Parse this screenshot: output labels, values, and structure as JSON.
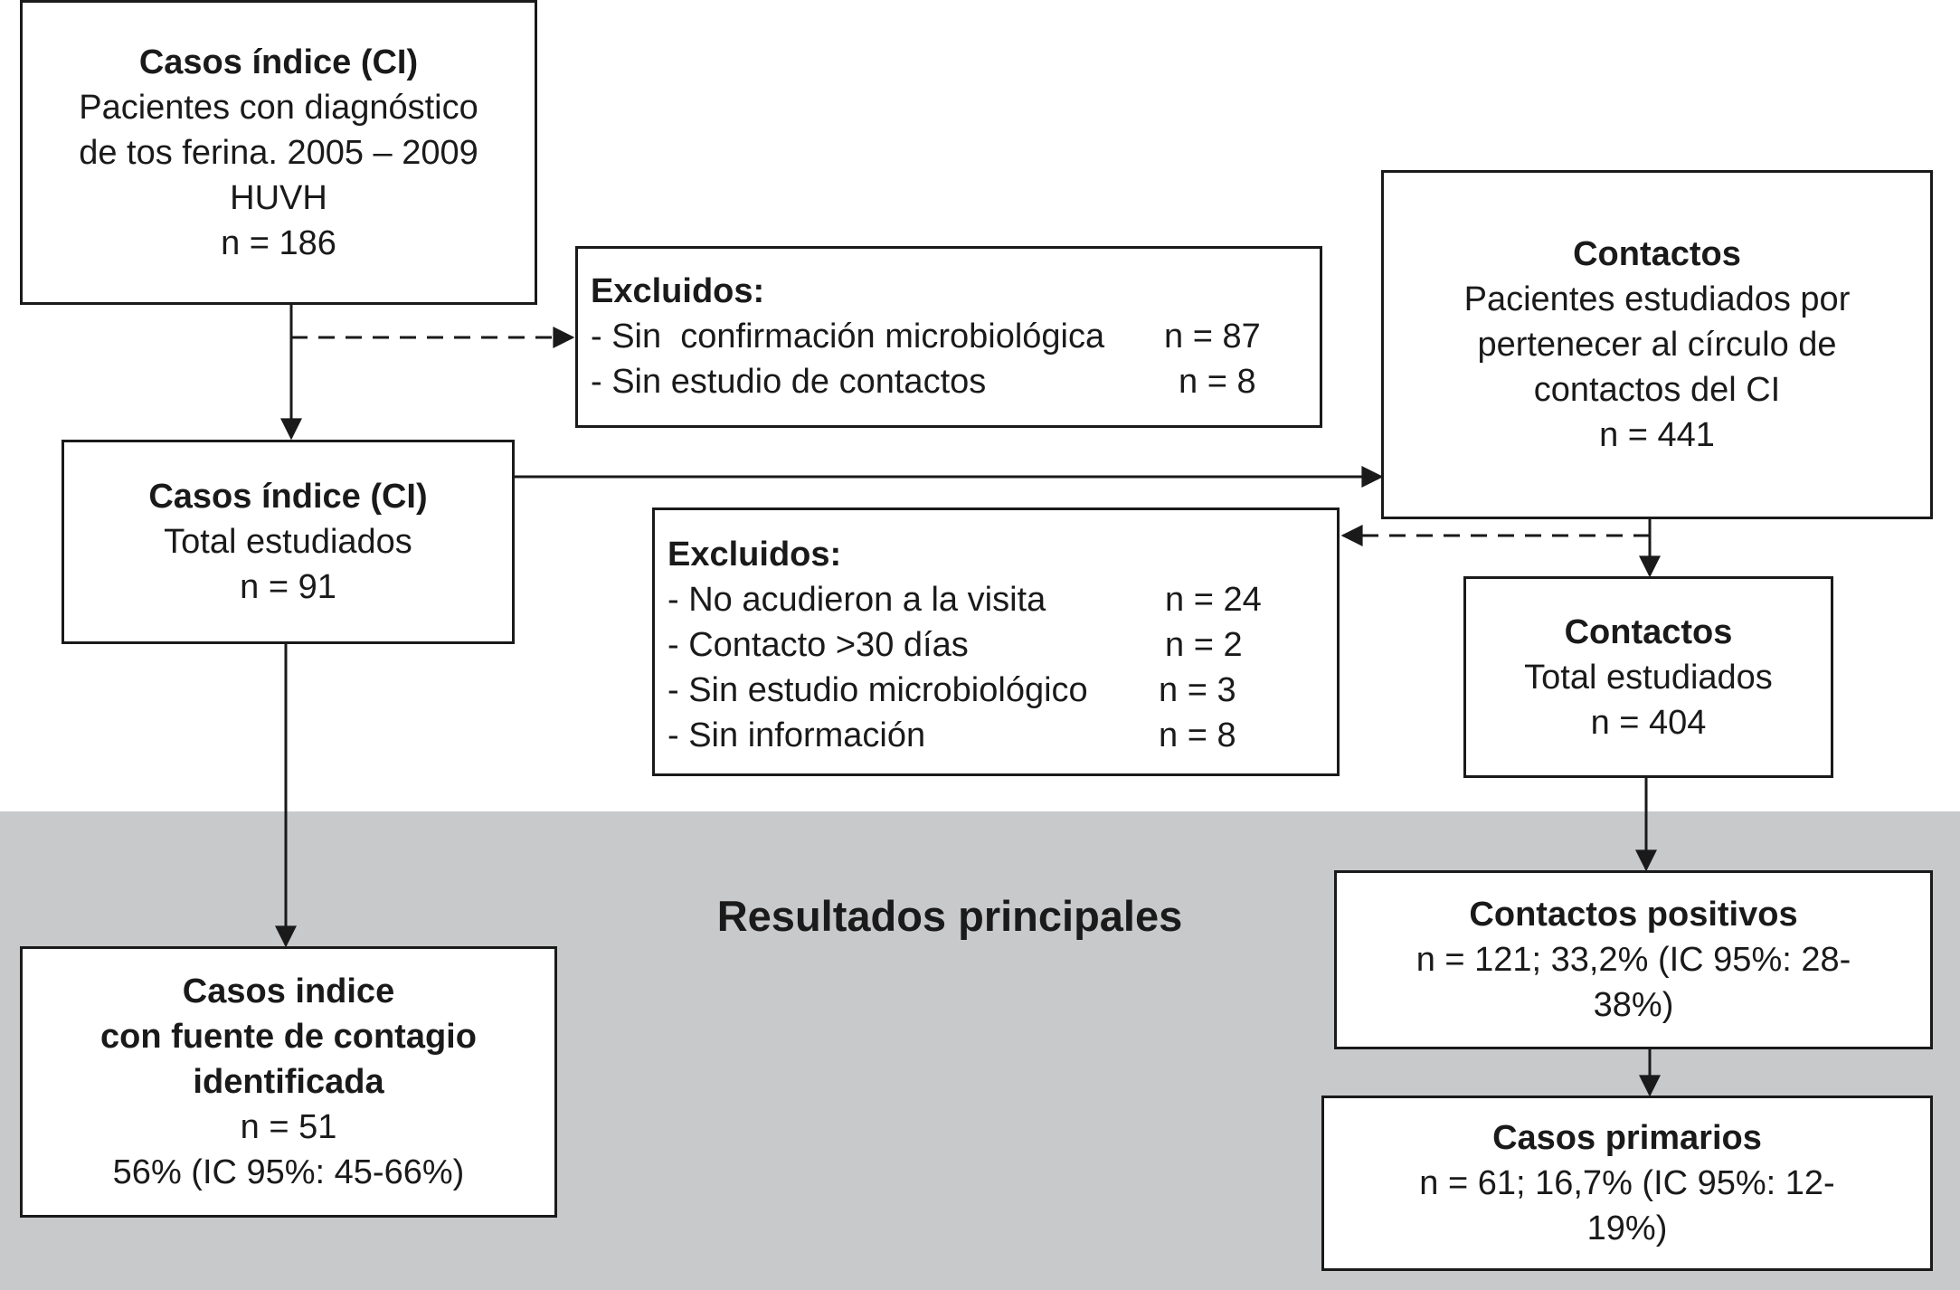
{
  "index_cases": {
    "title": "Casos índice (CI)",
    "lines": [
      "Pacientes con diagnóstico",
      "de tos ferina. 2005 – 2009",
      "HUVH",
      "n = 186"
    ]
  },
  "excluded_1": {
    "title": "Excluidos:",
    "items": [
      {
        "label": "- Sin  confirmación microbiológica",
        "n": "n = 87"
      },
      {
        "label": "- Sin estudio de contactos",
        "n": "n = 8"
      }
    ]
  },
  "contacts": {
    "title": "Contactos",
    "lines": [
      "Pacientes estudiados por",
      "pertenecer al círculo de",
      "contactos del CI",
      "n = 441"
    ]
  },
  "index_studied": {
    "title": "Casos índice (CI)",
    "lines": [
      "Total estudiados",
      "n = 91"
    ]
  },
  "excluded_2": {
    "title": "Excluidos:",
    "items": [
      {
        "label": "- No acudieron a la visita",
        "n": "n = 24"
      },
      {
        "label": "- Contacto >30 días",
        "n": "n = 2"
      },
      {
        "label": "- Sin estudio microbiológico",
        "n": "n = 3"
      },
      {
        "label": "- Sin información",
        "n": "n = 8"
      }
    ]
  },
  "contacts_studied": {
    "title": "Contactos",
    "lines": [
      "Total estudiados",
      "n = 404"
    ]
  },
  "results_title": "Resultados principales",
  "index_source": {
    "title_lines": [
      "Casos indice",
      "con fuente de contagio",
      "identificada"
    ],
    "lines": [
      "n = 51",
      "56% (IC 95%: 45-66%)"
    ]
  },
  "positive_contacts": {
    "title": "Contactos positivos",
    "lines": [
      "n = 121; 33,2% (IC 95%: 28-",
      "38%)"
    ]
  },
  "primary_cases": {
    "title": "Casos primarios",
    "lines": [
      "n = 61; 16,7% (IC 95%: 12-",
      "19%)"
    ]
  },
  "colors": {
    "band": "#c8c9cb",
    "stroke": "#1a1a1a"
  }
}
